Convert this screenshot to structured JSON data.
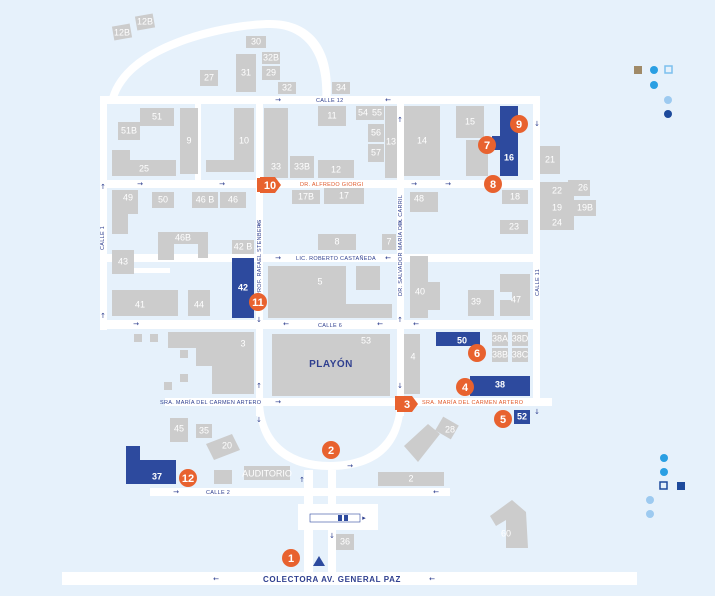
{
  "colors": {
    "background": "#e6f1fb",
    "road": "#ffffff",
    "building": "#cccccc",
    "highlight_building": "#2d4a9e",
    "marker": "#e8622f",
    "text_dark": "#2f3f8f"
  },
  "buildings": [
    {
      "id": "b12b",
      "label": "12B"
    },
    {
      "id": "b12b2",
      "label": "12B"
    },
    {
      "id": "b30",
      "label": "30"
    },
    {
      "id": "b27",
      "label": "27"
    },
    {
      "id": "b31",
      "label": "31"
    },
    {
      "id": "b32b",
      "label": "32B"
    },
    {
      "id": "b29",
      "label": "29"
    },
    {
      "id": "b32",
      "label": "32"
    },
    {
      "id": "b34",
      "label": "34"
    },
    {
      "id": "b51",
      "label": "51"
    },
    {
      "id": "b51b",
      "label": "51B"
    },
    {
      "id": "b9",
      "label": "9"
    },
    {
      "id": "b10",
      "label": "10"
    },
    {
      "id": "b25",
      "label": "25"
    },
    {
      "id": "b11",
      "label": "11"
    },
    {
      "id": "b54",
      "label": "54"
    },
    {
      "id": "b55",
      "label": "55"
    },
    {
      "id": "b56",
      "label": "56"
    },
    {
      "id": "b57",
      "label": "57"
    },
    {
      "id": "b13",
      "label": "13"
    },
    {
      "id": "b14",
      "label": "14"
    },
    {
      "id": "b15",
      "label": "15"
    },
    {
      "id": "b16",
      "label": "16"
    },
    {
      "id": "b21",
      "label": "21"
    },
    {
      "id": "b33",
      "label": "33"
    },
    {
      "id": "b33b",
      "label": "33B"
    },
    {
      "id": "b12",
      "label": "12"
    },
    {
      "id": "b49",
      "label": "49"
    },
    {
      "id": "b50b",
      "label": "50"
    },
    {
      "id": "b46b",
      "label": "46 B"
    },
    {
      "id": "b46",
      "label": "46"
    },
    {
      "id": "b17b",
      "label": "17B"
    },
    {
      "id": "b17",
      "label": "17"
    },
    {
      "id": "b48",
      "label": "48"
    },
    {
      "id": "b18",
      "label": "18"
    },
    {
      "id": "b22",
      "label": "22"
    },
    {
      "id": "b26",
      "label": "26"
    },
    {
      "id": "b19",
      "label": "19"
    },
    {
      "id": "b19b",
      "label": "19B"
    },
    {
      "id": "b24",
      "label": "24"
    },
    {
      "id": "b23",
      "label": "23"
    },
    {
      "id": "b46bb",
      "label": "46B"
    },
    {
      "id": "b43",
      "label": "43"
    },
    {
      "id": "b42b",
      "label": "42 B"
    },
    {
      "id": "b42",
      "label": "42"
    },
    {
      "id": "b8",
      "label": "8"
    },
    {
      "id": "b7",
      "label": "7"
    },
    {
      "id": "b5",
      "label": "5"
    },
    {
      "id": "b40",
      "label": "40"
    },
    {
      "id": "b39",
      "label": "39"
    },
    {
      "id": "b47",
      "label": "47"
    },
    {
      "id": "b41",
      "label": "41"
    },
    {
      "id": "b44",
      "label": "44"
    },
    {
      "id": "b3",
      "label": "3"
    },
    {
      "id": "b53",
      "label": "53"
    },
    {
      "id": "b4",
      "label": "4"
    },
    {
      "id": "b50",
      "label": "50"
    },
    {
      "id": "b38a",
      "label": "38A"
    },
    {
      "id": "b38d",
      "label": "38D"
    },
    {
      "id": "b38b",
      "label": "38B"
    },
    {
      "id": "b38c",
      "label": "38C"
    },
    {
      "id": "b38",
      "label": "38"
    },
    {
      "id": "b52",
      "label": "52"
    },
    {
      "id": "b45",
      "label": "45"
    },
    {
      "id": "b35",
      "label": "35"
    },
    {
      "id": "b20",
      "label": "20"
    },
    {
      "id": "b28",
      "label": "28"
    },
    {
      "id": "b2",
      "label": "2"
    },
    {
      "id": "b37",
      "label": "37"
    },
    {
      "id": "b60",
      "label": "60"
    },
    {
      "id": "b36",
      "label": "36"
    },
    {
      "id": "auditorio",
      "label": "AUDITORIO"
    }
  ],
  "markers": [
    {
      "number": "1"
    },
    {
      "number": "2"
    },
    {
      "number": "3"
    },
    {
      "number": "4"
    },
    {
      "number": "5"
    },
    {
      "number": "6"
    },
    {
      "number": "7"
    },
    {
      "number": "8"
    },
    {
      "number": "9"
    },
    {
      "number": "10"
    },
    {
      "number": "11"
    },
    {
      "number": "12"
    }
  ],
  "streets": {
    "calle_12": "CALLE 12",
    "calle_6": "CALLE 6",
    "calle_2": "CALLE 2",
    "calle_1": "CALLE 1",
    "calle_11": "CALLE 11",
    "giorgi": "DR. ALFREDO GIORGI",
    "castaneda": "LIC. ROBERTO CASTAÑEDA",
    "stenberg": "PROF. RAFAEL STENBERG",
    "carrera": "DR. SALVADOR MARÍA DEL CARRIL",
    "artero_left": "SRA. MARÍA DEL CARMEN ARTERO",
    "artero_right": "SRA. MARÍA DEL CARMEN ARTERO",
    "colectora": "COLECTORA  AV. GENERAL PAZ"
  },
  "playon": "PLAYÓN"
}
